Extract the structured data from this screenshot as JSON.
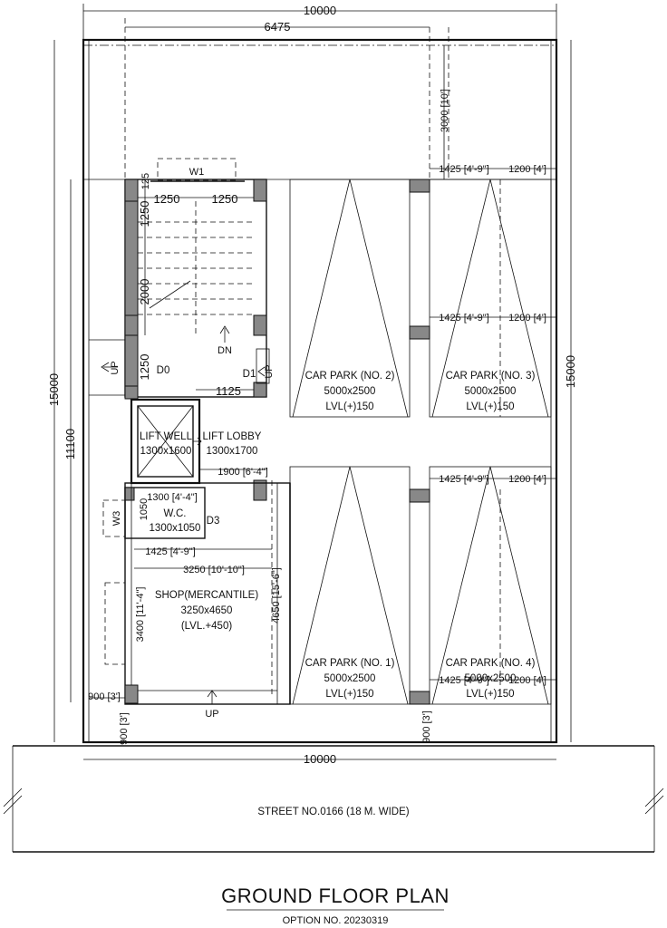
{
  "dimensions": {
    "top_overall": "10000",
    "top_partial": "6475",
    "left_overall": "15000",
    "left_partial": "11100",
    "right_overall": "15000",
    "right_setback": "3000 [10']",
    "bottom_overall": "10000",
    "stair_w_a": "1250",
    "stair_w_b": "1250",
    "stair_top": "125",
    "stair_h_a": "1250",
    "stair_h_b": "2000",
    "landing_h": "1250",
    "landing_w": "1125",
    "lobby_gap": "1900 [6'-4\"]",
    "wc_w": "1300 [4'-4\"]",
    "wc_h": "1050",
    "shop_offset": "1425 [4'-9\"]",
    "shop_w": "3250 [10'-10\"]",
    "shop_h_right": "4650 [15'-6\"]",
    "shop_h_left": "3400 [11'-4\"]",
    "bottom_left": "900 [3']",
    "bottom_v_left": "900 [3']",
    "bottom_v_right": "900 [3']",
    "col_off_1": "1425 [4'-9\"]",
    "col_off_2": "1200 [4']",
    "col_off_3": "1425 [4'-9\"]",
    "col_off_4": "1200 [4']",
    "col_off_5": "1425 [4'-9\"]",
    "col_off_6": "1200 [4']",
    "col_off_7": "1425 [4'-9\"]",
    "col_off_8": "1200 [4']"
  },
  "labels": {
    "w1": "W1",
    "w3": "W3",
    "d0": "D0",
    "d1": "D1",
    "d3": "D3",
    "dn": "DN",
    "up_stair": "UP",
    "up_d1": "UP",
    "up_shop": "UP"
  },
  "rooms": {
    "lift_well": [
      "LIFT WELL",
      "1300x1600"
    ],
    "lift_lobby": [
      "LIFT LOBBY",
      "1300x1700"
    ],
    "wc": [
      "W.C.",
      "1300x1050"
    ],
    "shop": [
      "SHOP(MERCANTILE)",
      "3250x4650",
      "(LVL.+450)"
    ],
    "car2": [
      "CAR PARK (NO. 2)",
      "5000x2500",
      "LVL(+)150"
    ],
    "car3": [
      "CAR PARK (NO. 3)",
      "5000x2500",
      "LVL(+)150"
    ],
    "car1": [
      "CAR PARK (NO. 1)",
      "5000x2500",
      "LVL(+)150"
    ],
    "car4": [
      "CAR PARK (NO. 4)",
      "5000x2500",
      "LVL(+)150"
    ]
  },
  "street": "STREET NO.0166 (18 M. WIDE)",
  "title": "GROUND FLOOR PLAN",
  "subtitle": "OPTION NO. 20230319"
}
